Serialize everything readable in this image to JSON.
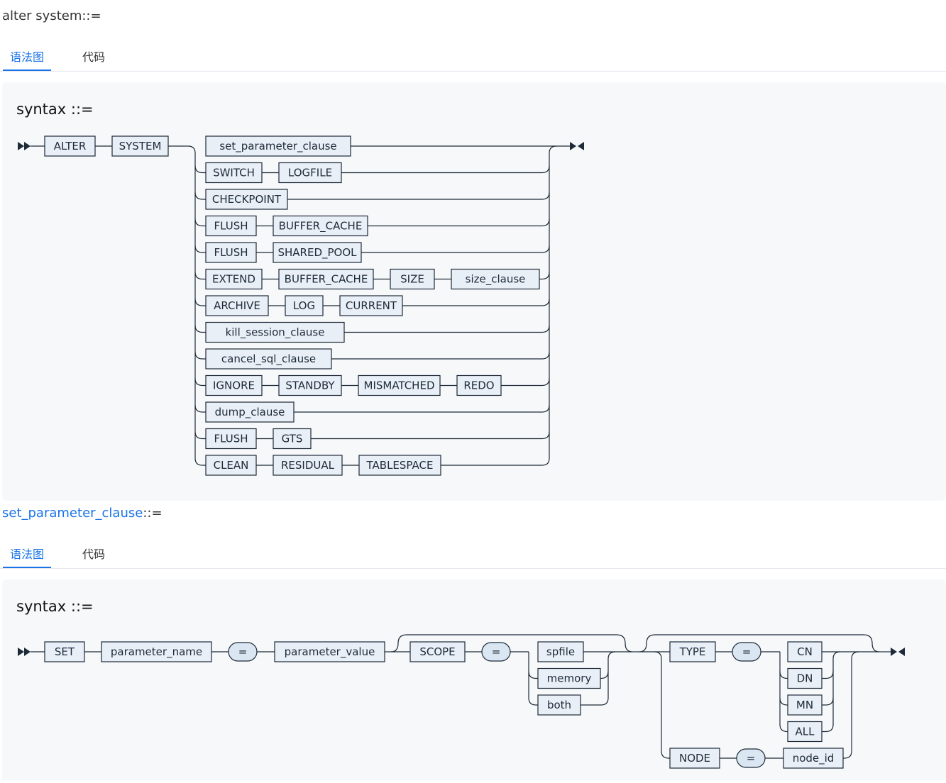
{
  "sections": [
    {
      "title": "alter system",
      "title_suffix": "::=",
      "tabs": [
        "语法图",
        "代码"
      ],
      "syntax_label": "syntax ::="
    },
    {
      "title": "set_parameter_clause",
      "title_suffix": "::=",
      "tabs": [
        "语法图",
        "代码"
      ],
      "syntax_label": "syntax ::="
    }
  ],
  "diagram1": {
    "head": [
      "ALTER",
      "SYSTEM"
    ],
    "rows": [
      [
        "set_parameter_clause"
      ],
      [
        "SWITCH",
        "LOGFILE"
      ],
      [
        "CHECKPOINT"
      ],
      [
        "FLUSH",
        "BUFFER_CACHE"
      ],
      [
        "FLUSH",
        "SHARED_POOL"
      ],
      [
        "EXTEND",
        "BUFFER_CACHE",
        "SIZE",
        "size_clause"
      ],
      [
        "ARCHIVE",
        "LOG",
        "CURRENT"
      ],
      [
        "kill_session_clause"
      ],
      [
        "cancel_sql_clause"
      ],
      [
        "IGNORE",
        "STANDBY",
        "MISMATCHED",
        "REDO"
      ],
      [
        "dump_clause"
      ],
      [
        "FLUSH",
        "GTS"
      ],
      [
        "CLEAN",
        "RESIDUAL",
        "TABLESPACE"
      ]
    ]
  },
  "diagram2": {
    "set": "SET",
    "parameter_name": "parameter_name",
    "eq": "=",
    "parameter_value": "parameter_value",
    "scope": "SCOPE",
    "scope_options": [
      "spfile",
      "memory",
      "both"
    ],
    "type": "TYPE",
    "type_options": [
      "CN",
      "DN",
      "MN",
      "ALL"
    ],
    "node": "NODE",
    "node_id": "node_id"
  }
}
